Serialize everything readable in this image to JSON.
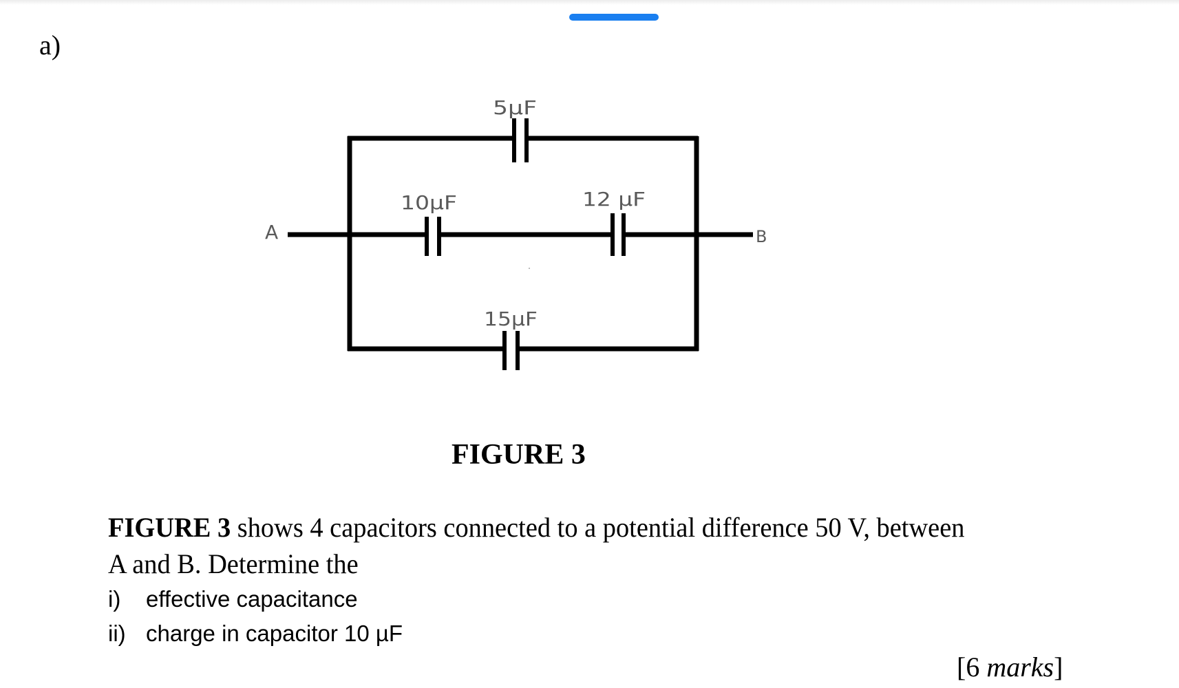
{
  "viewer": {
    "drag_handle_color": "#1a7ff0"
  },
  "question": {
    "part_label": "a)",
    "figure_caption": "FIGURE 3",
    "stem_bold": "FIGURE 3",
    "stem_line1_rest": " shows 4 capacitors connected to a potential difference 50 V, between",
    "stem_line2": "A and B. Determine the",
    "items": [
      {
        "marker": "i)",
        "text": "effective capacitance"
      },
      {
        "marker": "ii)",
        "text": "charge in capacitor 10 µF"
      }
    ],
    "marks_open": "[6 ",
    "marks_word": "marks",
    "marks_close": "]"
  },
  "circuit": {
    "node_a": "A",
    "node_b": "B",
    "capacitors": [
      {
        "id": "c5",
        "label": "5µF",
        "value_uF": 5,
        "branch": "top"
      },
      {
        "id": "c10",
        "label": "10µF",
        "value_uF": 10,
        "branch": "middle-left"
      },
      {
        "id": "c12",
        "label": "12 µF",
        "value_uF": 12,
        "branch": "middle-right"
      },
      {
        "id": "c15",
        "label": "15µF",
        "value_uF": 15,
        "branch": "bottom"
      }
    ],
    "supply_voltage": "50 V"
  }
}
